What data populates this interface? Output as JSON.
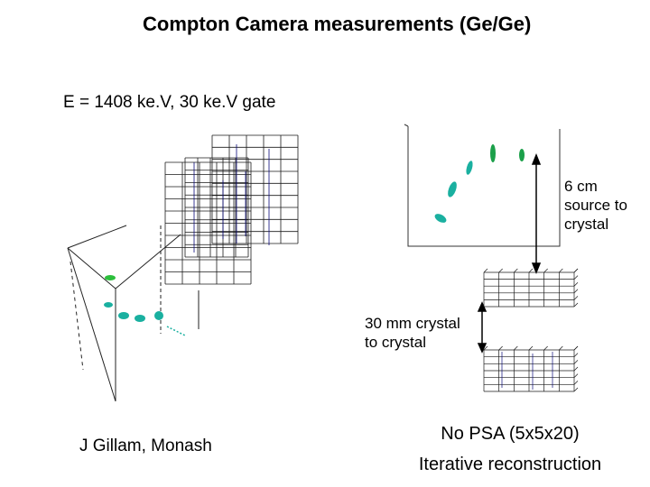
{
  "title": "Compton Camera measurements (Ge/Ge)",
  "energy_label": "E = 1408 ke.V, 30 ke.V gate",
  "source_distance_label": "6 cm source to crystal",
  "crystal_gap_label": "30 mm crystal to crystal",
  "credit": "J Gillam, Monash",
  "footer": {
    "line1": "No PSA (5x5x20)",
    "line2": "Iterative reconstruction"
  },
  "colors": {
    "grid": "#1a1a1a",
    "detector_blue": "#0a0a7a",
    "blob_green": "#1ca04a",
    "blob_cyan": "#1ab0a0"
  }
}
